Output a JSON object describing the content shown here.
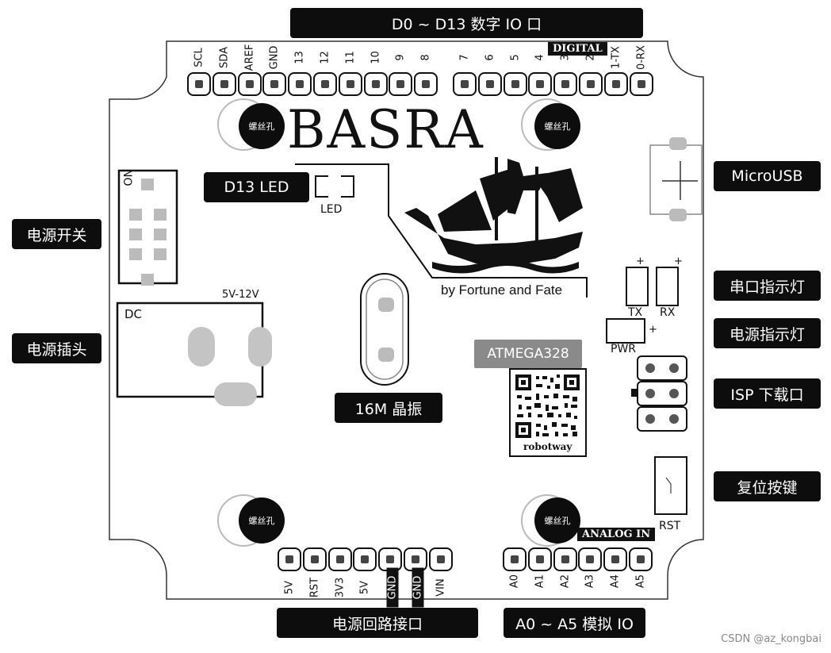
{
  "board": {
    "brand": "BASRA",
    "slogan": "by Fortune and Fate",
    "qr_label": "robotway"
  },
  "headers": {
    "digital": {
      "tag": "DIGITAL",
      "left_group": [
        "SCL",
        "SDA",
        "AREF",
        "GND",
        "13",
        "12",
        "11",
        "10",
        "9",
        "8"
      ],
      "right_group": [
        "7",
        "6",
        "5",
        "4",
        "3",
        "2",
        "1-TX",
        "0-RX"
      ]
    },
    "power": {
      "pins": [
        "5V",
        "RST",
        "3V3",
        "5V",
        "GND",
        "GND",
        "VIN"
      ]
    },
    "analog": {
      "tag": "ANALOG IN",
      "pins": [
        "A0",
        "A1",
        "A2",
        "A3",
        "A4",
        "A5"
      ]
    }
  },
  "silkscreen": {
    "switch": "NO",
    "dc": "DC",
    "voltage": "5V-12V",
    "led": "LED",
    "tx": "TX",
    "rx": "RX",
    "pwr": "PWR",
    "rst": "RST",
    "plus": "+"
  },
  "hole_label": "螺丝孔",
  "callouts": {
    "digital_io": "D0 ~ D13  数字 IO 口",
    "d13_led": "D13 LED",
    "microusb": "MicroUSB",
    "power_switch": "电源开关",
    "power_plug": "电源插头",
    "serial_led": "串口指示灯",
    "power_led": "电源指示灯",
    "isp": "ISP  下载口",
    "reset": "复位按键",
    "crystal": "16M 晶振",
    "mcu": "ATMEGA328",
    "power_header": "电源回路接口",
    "analog_io": "A0 ~ A5  模拟 IO"
  },
  "watermark": "CSDN @az_kongbai"
}
